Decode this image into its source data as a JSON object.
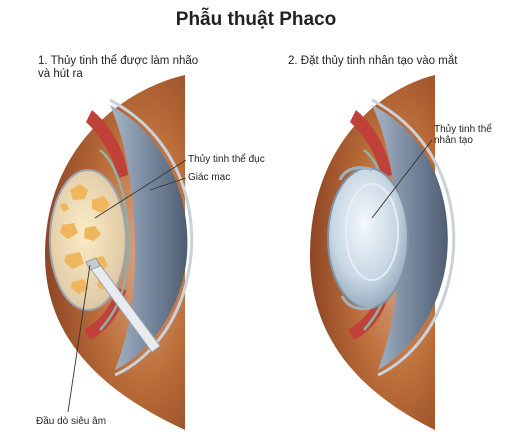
{
  "title": "Phẫu thuật Phaco",
  "steps": [
    {
      "line1": "1. Thủy tinh thể được làm nhão",
      "line2": "và hút ra"
    },
    {
      "line1": "2. Đặt thủy tinh nhân tạo vào mắt",
      "line2": ""
    }
  ],
  "labels": {
    "cloudy_lens": "Thủy tinh thể đục",
    "cornea": "Giác mạc",
    "ultrasound_tip": "Đầu dò siêu âm",
    "artificial_lens_line1": "Thủy tinh thể",
    "artificial_lens_line2": "nhân tạo"
  },
  "colors": {
    "iris_red": "#c0403a",
    "sclera_brown": "#8a3a1c",
    "cornea_blue": "#6b7d94",
    "cataract_yellow": "#f3d49a",
    "artificial_lens": "#cfdde8"
  }
}
